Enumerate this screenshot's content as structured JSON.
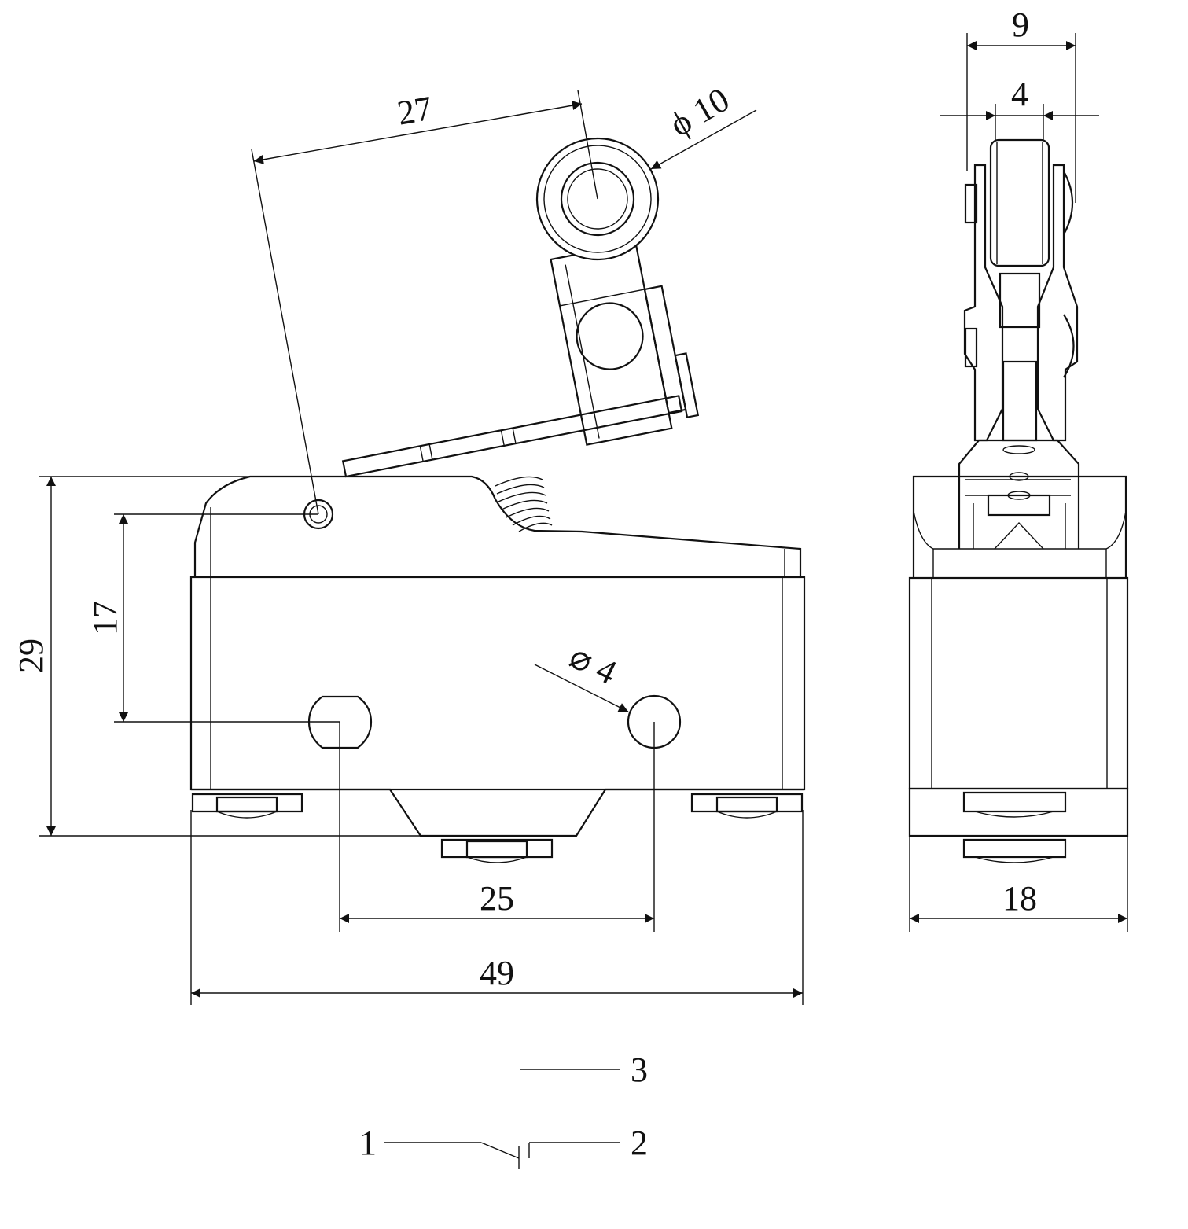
{
  "dimensions": {
    "overall_width": "49",
    "terminal_pitch": "25",
    "total_height": "29",
    "pivot_height": "17",
    "lever_length": "27",
    "roller_diameter": "ϕ 10",
    "hole_diameter": "⌀ 4",
    "side_depth": "18",
    "roller_span": "9",
    "roller_width": "4"
  },
  "schematic": {
    "terminal_1": "1",
    "terminal_2": "2",
    "terminal_3": "3"
  }
}
